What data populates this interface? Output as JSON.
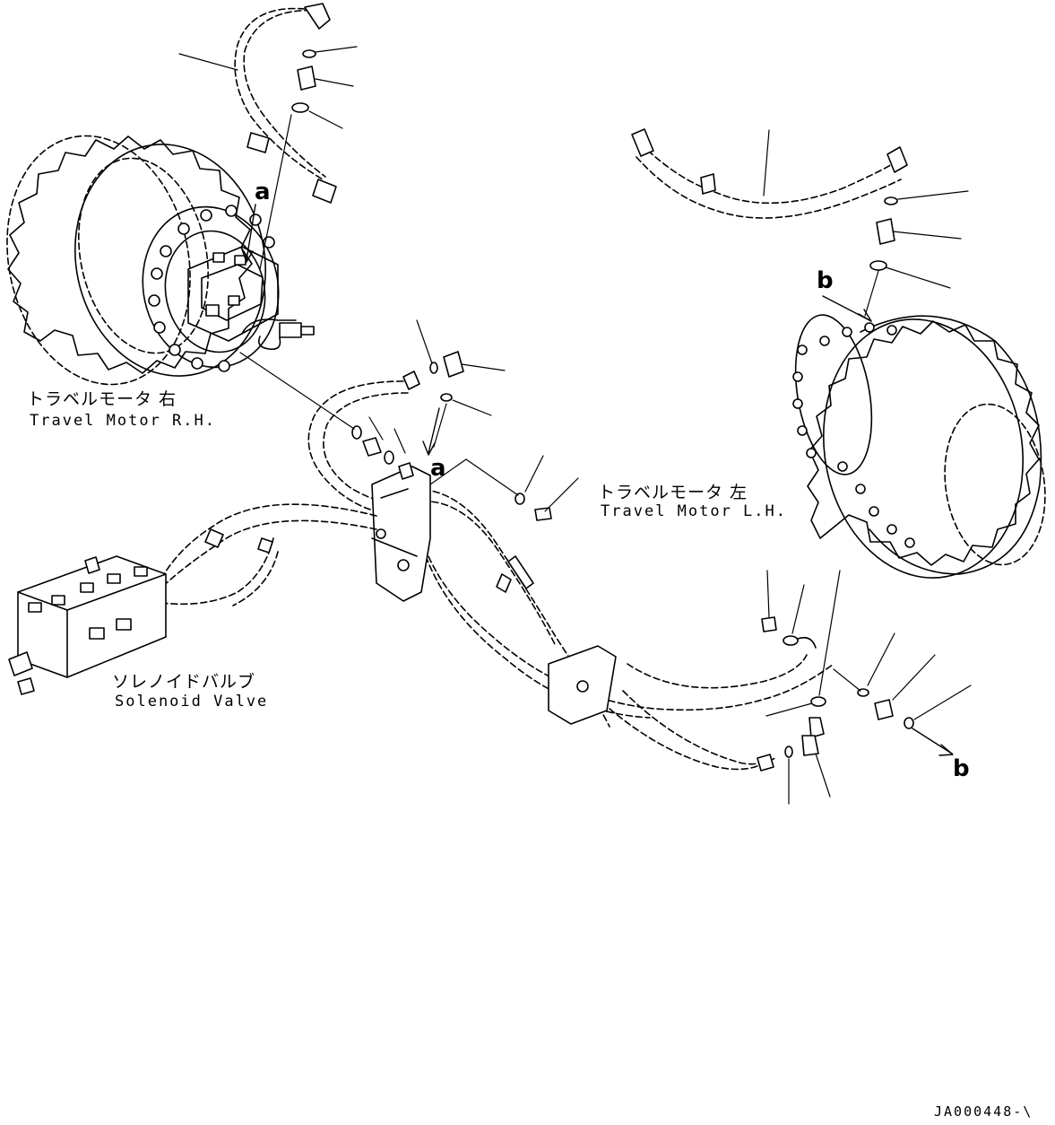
{
  "diagram": {
    "labels": {
      "motor_rh_jp": "トラベルモータ 右",
      "motor_rh_en": "Travel Motor R.H.",
      "motor_lh_jp": "トラベルモータ 左",
      "motor_lh_en": "Travel Motor L.H.",
      "solenoid_jp": "ソレノイドバルブ",
      "solenoid_en": "Solenoid Valve"
    },
    "refs": {
      "a_top": "a",
      "a_mid": "a",
      "b_top": "b",
      "b_bottom": "b"
    },
    "drawing_code": "JA000448-\\"
  },
  "colors": {
    "line": "#000000",
    "background": "#ffffff"
  }
}
